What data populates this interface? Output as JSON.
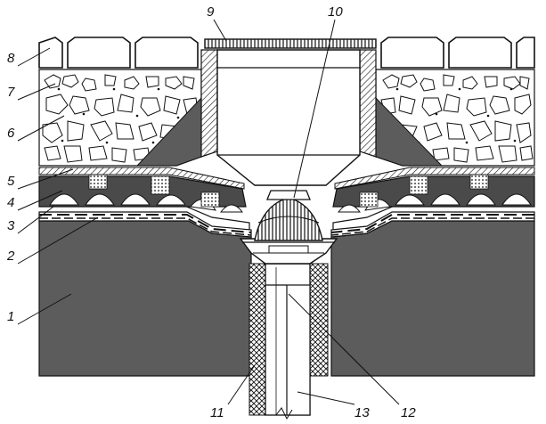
{
  "colors": {
    "slab": "#5c5c5c",
    "slab_dark": "#4a4a4a",
    "line": "#111111",
    "paper": "#ffffff",
    "gravel_fill": "#ffffff",
    "drain_body": "#ffffff"
  },
  "callouts": [
    {
      "id": "1",
      "label": "1"
    },
    {
      "id": "2",
      "label": "2"
    },
    {
      "id": "3",
      "label": "3"
    },
    {
      "id": "4",
      "label": "4"
    },
    {
      "id": "5",
      "label": "5"
    },
    {
      "id": "6",
      "label": "6"
    },
    {
      "id": "7",
      "label": "7"
    },
    {
      "id": "8",
      "label": "8"
    },
    {
      "id": "9",
      "label": "9"
    },
    {
      "id": "10",
      "label": "10"
    },
    {
      "id": "11",
      "label": "11"
    },
    {
      "id": "12",
      "label": "12"
    },
    {
      "id": "13",
      "label": "13"
    }
  ]
}
